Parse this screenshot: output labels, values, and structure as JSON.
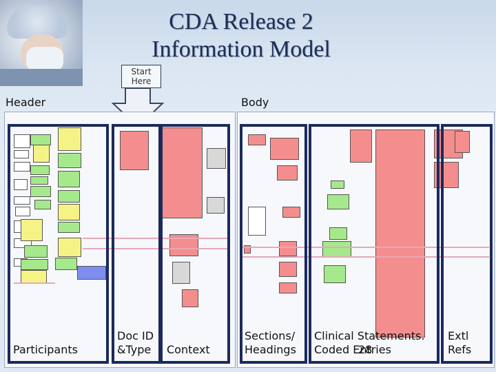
{
  "title_line1": "CDA Release 2",
  "title_line2": "Information Model",
  "start_here": "Start\nHere",
  "header_label": "Header",
  "body_label": "Body",
  "columns": {
    "participants": "Participants",
    "doc_id_type": "Doc ID\n&Type",
    "context": "Context",
    "sections": "Sections/\nHeadings",
    "clinical": "Clinical Statements.\nCoded Entries",
    "extl_refs": "Extl\nRefs"
  },
  "page_number": "28"
}
